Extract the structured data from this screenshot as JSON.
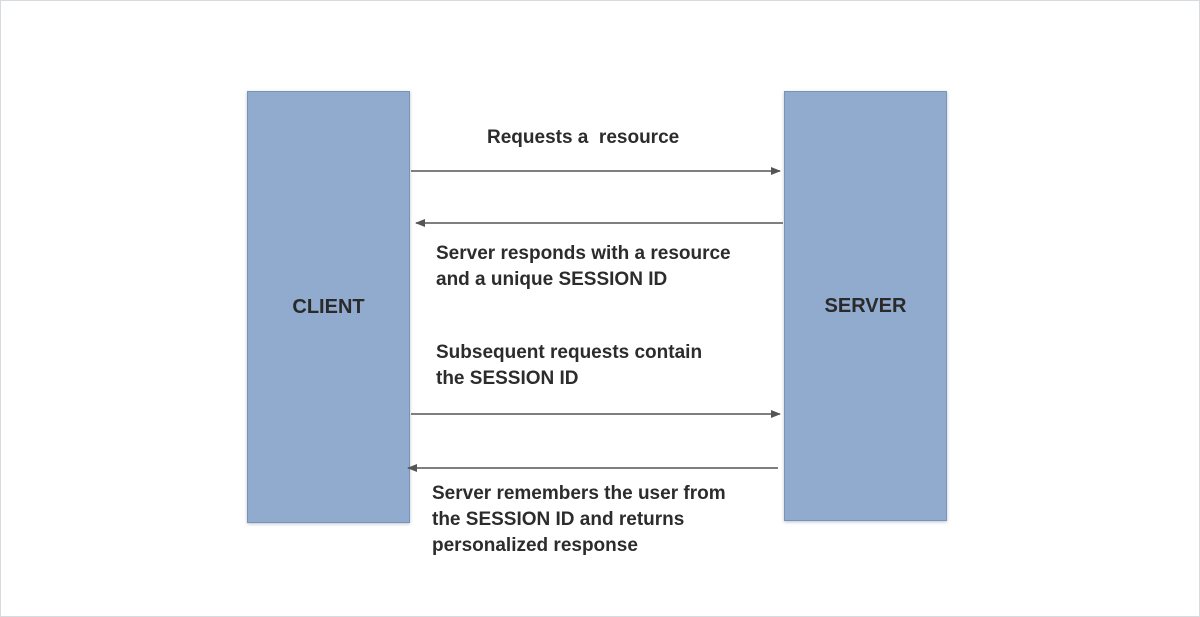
{
  "diagram": {
    "client_label": "CLIENT",
    "server_label": "SERVER",
    "messages": [
      {
        "direction": "client-to-server",
        "text": "Requests a  resource"
      },
      {
        "direction": "server-to-client",
        "text": "Server responds with a resource\nand a unique SESSION ID"
      },
      {
        "direction": "client-to-server",
        "text": "Subsequent requests contain\nthe SESSION ID"
      },
      {
        "direction": "server-to-client",
        "text": "Server remembers the user from\nthe SESSION ID and returns\npersonalized response"
      }
    ]
  },
  "colors": {
    "box_fill": "#91abcf",
    "arrow": "#555555"
  }
}
